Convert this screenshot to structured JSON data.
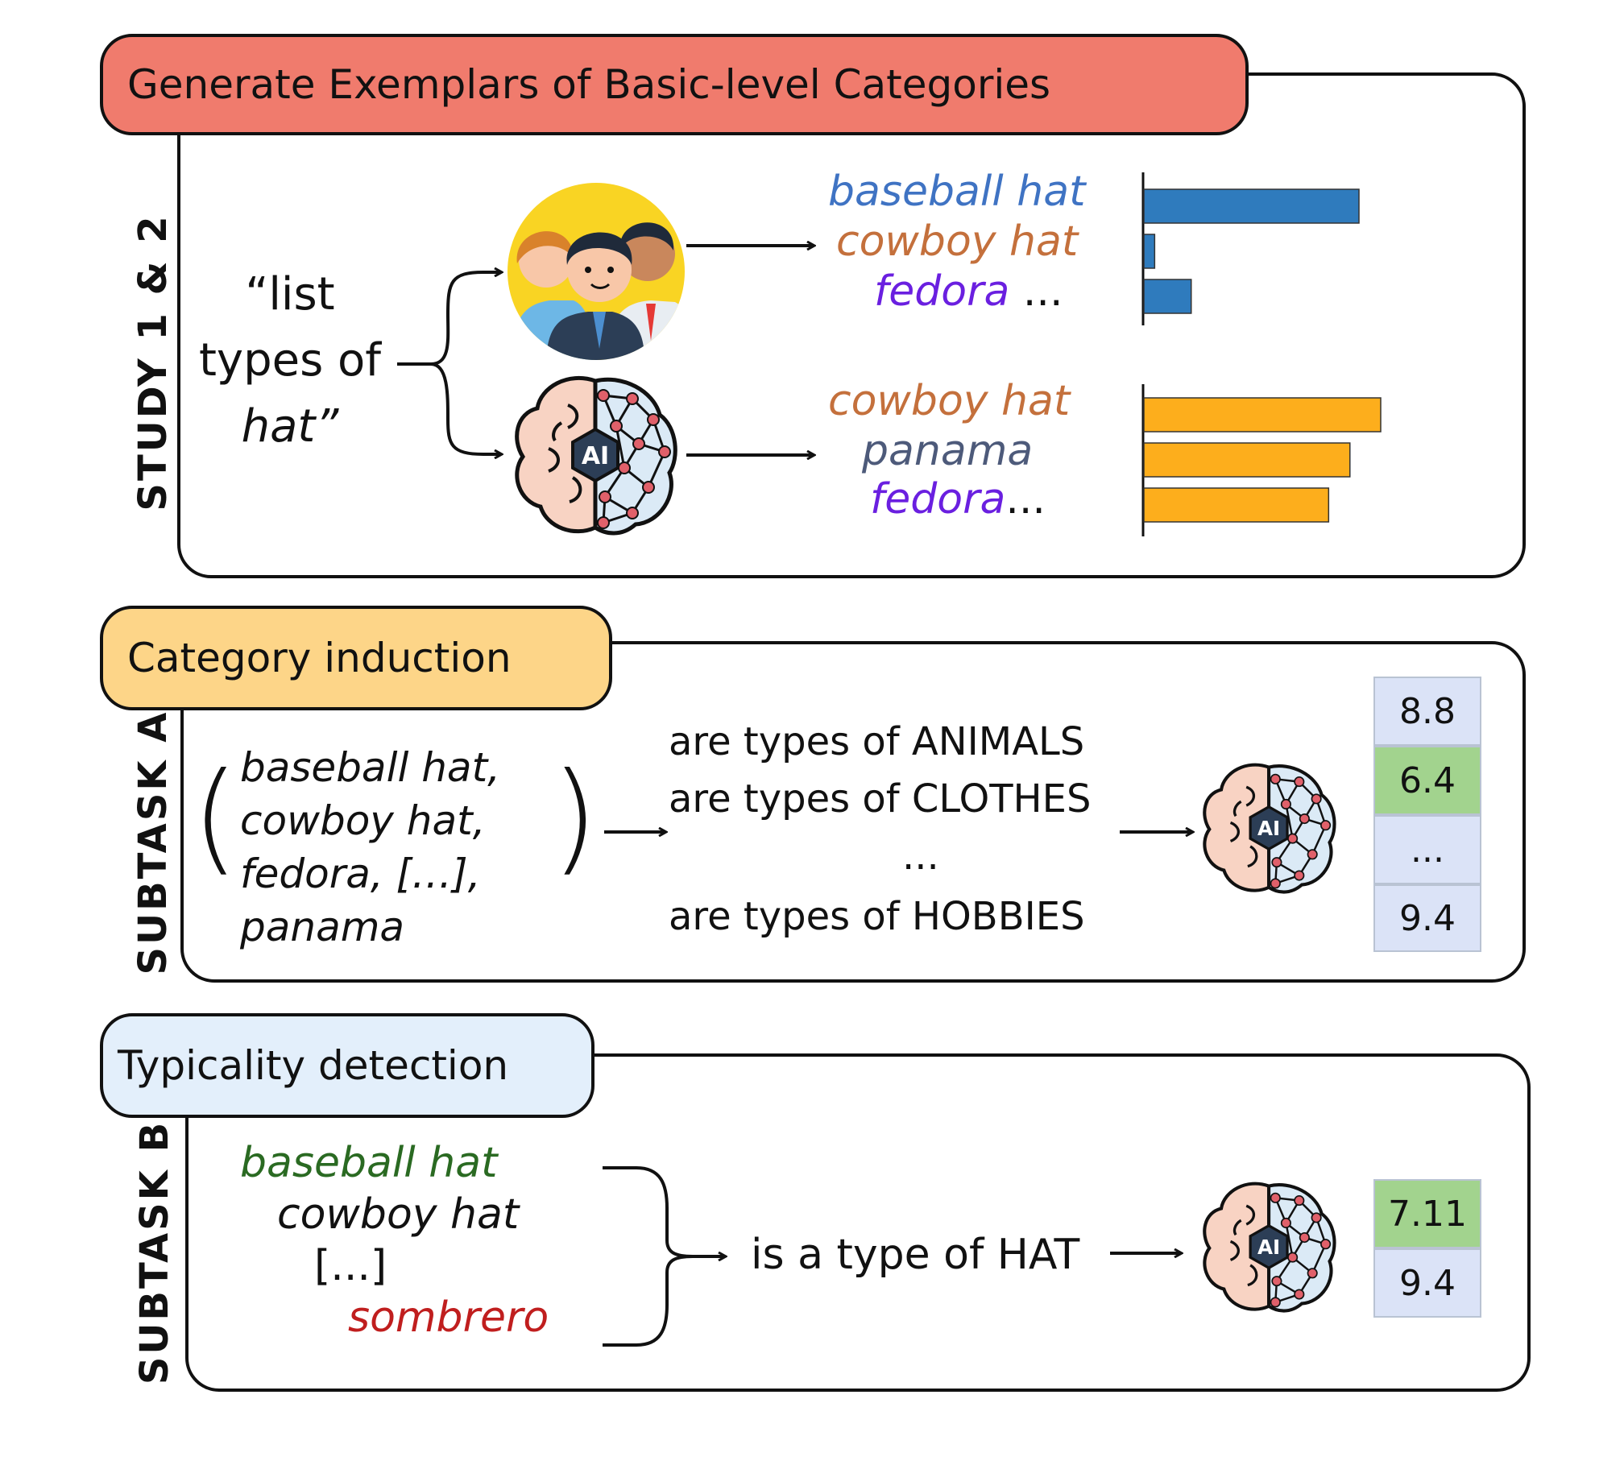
{
  "colors": {
    "tab1_fill": "#f07b6d",
    "tab2_fill": "#fdd588",
    "tab3_fill": "#e3effb",
    "human_bar": "#2f7bbd",
    "ai_bar": "#fdae1c",
    "blue_word": "#3f73c3",
    "orange_word": "#c4703c",
    "purple_word": "#6a1fe0",
    "slate_word": "#4d5a7a",
    "green_word": "#2a6a22",
    "red_word": "#c01e1e",
    "cell_blue": "#dbe3f7",
    "cell_green": "#a2d38e"
  },
  "study": {
    "title": "Generate Exemplars of Basic-level Categories",
    "side_label": "STUDY 1 & 2",
    "prompt_lines": [
      "“list",
      "types of",
      "hat”"
    ],
    "human_icon": "group-of-people-icon",
    "ai_icon": "ai-brain-icon",
    "human_words": {
      "w1": "baseball hat",
      "w2": "cowboy hat",
      "w3": "fedora",
      "tail": " ..."
    },
    "ai_words": {
      "w1": "cowboy hat",
      "w2": "panama",
      "w3": "fedora",
      "tail": "..."
    },
    "human_bar_values": [
      1.0,
      0.05,
      0.22
    ],
    "ai_bar_values": [
      1.0,
      0.87,
      0.78
    ]
  },
  "subtask_a": {
    "title": "Category induction",
    "side_label": "SUBTASK A",
    "items": [
      "baseball hat,",
      "cowboy hat,",
      "fedora, […],",
      "panama"
    ],
    "phrases": [
      "are types of ANIMALS",
      "are types of CLOTHES",
      "...",
      "are types of HOBBIES"
    ],
    "scores": [
      "8.8",
      "6.4",
      "...",
      "9.4"
    ]
  },
  "subtask_b": {
    "title": "Typicality detection",
    "side_label": "SUBTASK B",
    "items": [
      "baseball hat",
      "cowboy hat",
      "[...]",
      "sombrero"
    ],
    "phrase": "is a type of HAT",
    "scores": [
      "7.11",
      "9.4"
    ]
  }
}
